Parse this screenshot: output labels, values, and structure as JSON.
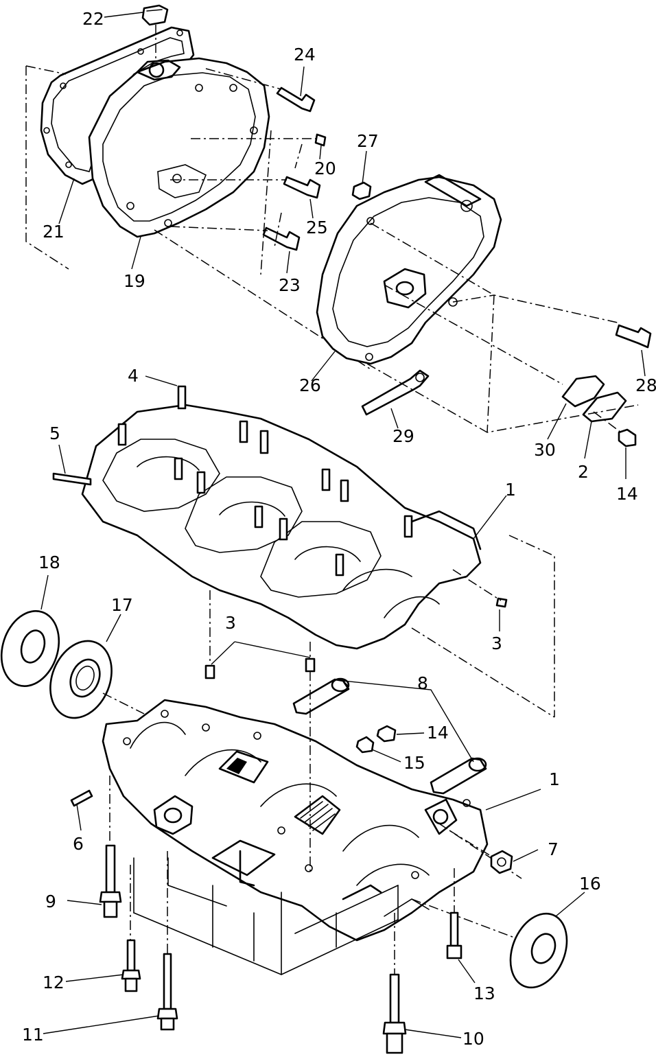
{
  "callouts": [
    {
      "id": "1",
      "text": "1"
    },
    {
      "id": "1b",
      "text": "1"
    },
    {
      "id": "2",
      "text": "2"
    },
    {
      "id": "3",
      "text": "3"
    },
    {
      "id": "3b",
      "text": "3"
    },
    {
      "id": "4",
      "text": "4"
    },
    {
      "id": "5",
      "text": "5"
    },
    {
      "id": "6",
      "text": "6"
    },
    {
      "id": "7",
      "text": "7"
    },
    {
      "id": "8",
      "text": "8"
    },
    {
      "id": "9",
      "text": "9"
    },
    {
      "id": "10",
      "text": "10"
    },
    {
      "id": "11",
      "text": "11"
    },
    {
      "id": "12",
      "text": "12"
    },
    {
      "id": "13",
      "text": "13"
    },
    {
      "id": "14",
      "text": "14"
    },
    {
      "id": "14b",
      "text": "14"
    },
    {
      "id": "15",
      "text": "15"
    },
    {
      "id": "16",
      "text": "16"
    },
    {
      "id": "17",
      "text": "17"
    },
    {
      "id": "18",
      "text": "18"
    },
    {
      "id": "19",
      "text": "19"
    },
    {
      "id": "20",
      "text": "20"
    },
    {
      "id": "21",
      "text": "21"
    },
    {
      "id": "22",
      "text": "22"
    },
    {
      "id": "23",
      "text": "23"
    },
    {
      "id": "24",
      "text": "24"
    },
    {
      "id": "25",
      "text": "25"
    },
    {
      "id": "26",
      "text": "26"
    },
    {
      "id": "27",
      "text": "27"
    },
    {
      "id": "28",
      "text": "28"
    },
    {
      "id": "29",
      "text": "29"
    },
    {
      "id": "30",
      "text": "30"
    }
  ]
}
